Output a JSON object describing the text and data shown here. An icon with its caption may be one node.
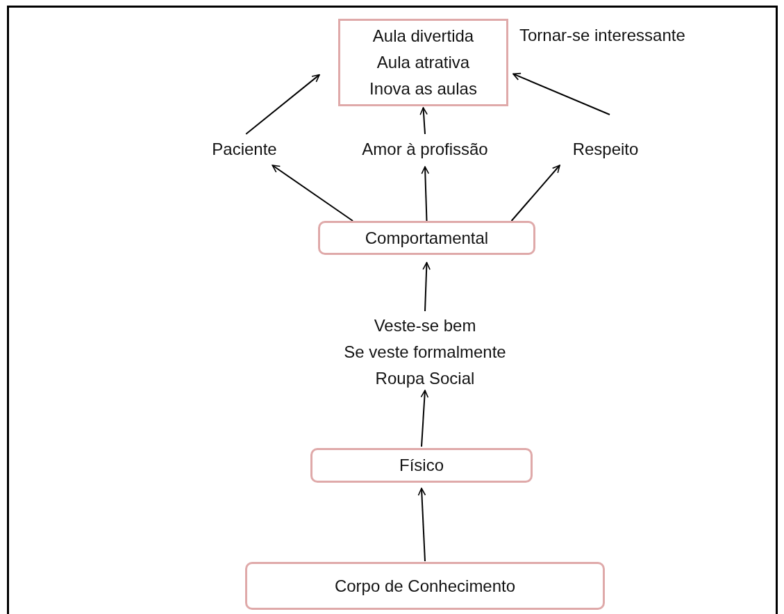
{
  "diagram": {
    "nodes": [
      {
        "text": [
          "Aula divertida",
          "Aula atrativa",
          "Inova as aulas"
        ],
        "beside": [
          "Tornar-se interessante"
        ]
      },
      {
        "text": [
          "Paciente"
        ]
      },
      {
        "text": [
          "Amor à profissão"
        ]
      },
      {
        "text": [
          "Respeito"
        ]
      },
      {
        "text": [
          "Comportamental"
        ]
      },
      {
        "text": [
          "Veste-se bem",
          "Se veste formalmente",
          "Roupa Social"
        ]
      },
      {
        "text": [
          "Físico"
        ]
      },
      {
        "text": [
          "Corpo de Conhecimento"
        ]
      }
    ],
    "edges": [
      {
        "from": 1,
        "to": 0,
        "arrow": "to"
      },
      {
        "from": 2,
        "to": 0,
        "arrow": "to"
      },
      {
        "from": 3,
        "to": 0,
        "arrow": "to"
      },
      {
        "from": 4,
        "to": 1,
        "arrow": "to"
      },
      {
        "from": 4,
        "to": 2,
        "arrow": "to"
      },
      {
        "from": 4,
        "to": 3,
        "arrow": "to"
      },
      {
        "from": 5,
        "to": 4,
        "arrow": "to"
      },
      {
        "from": 6,
        "to": 5,
        "arrow": "to"
      },
      {
        "from": 7,
        "to": 6,
        "arrow": "to"
      }
    ]
  }
}
